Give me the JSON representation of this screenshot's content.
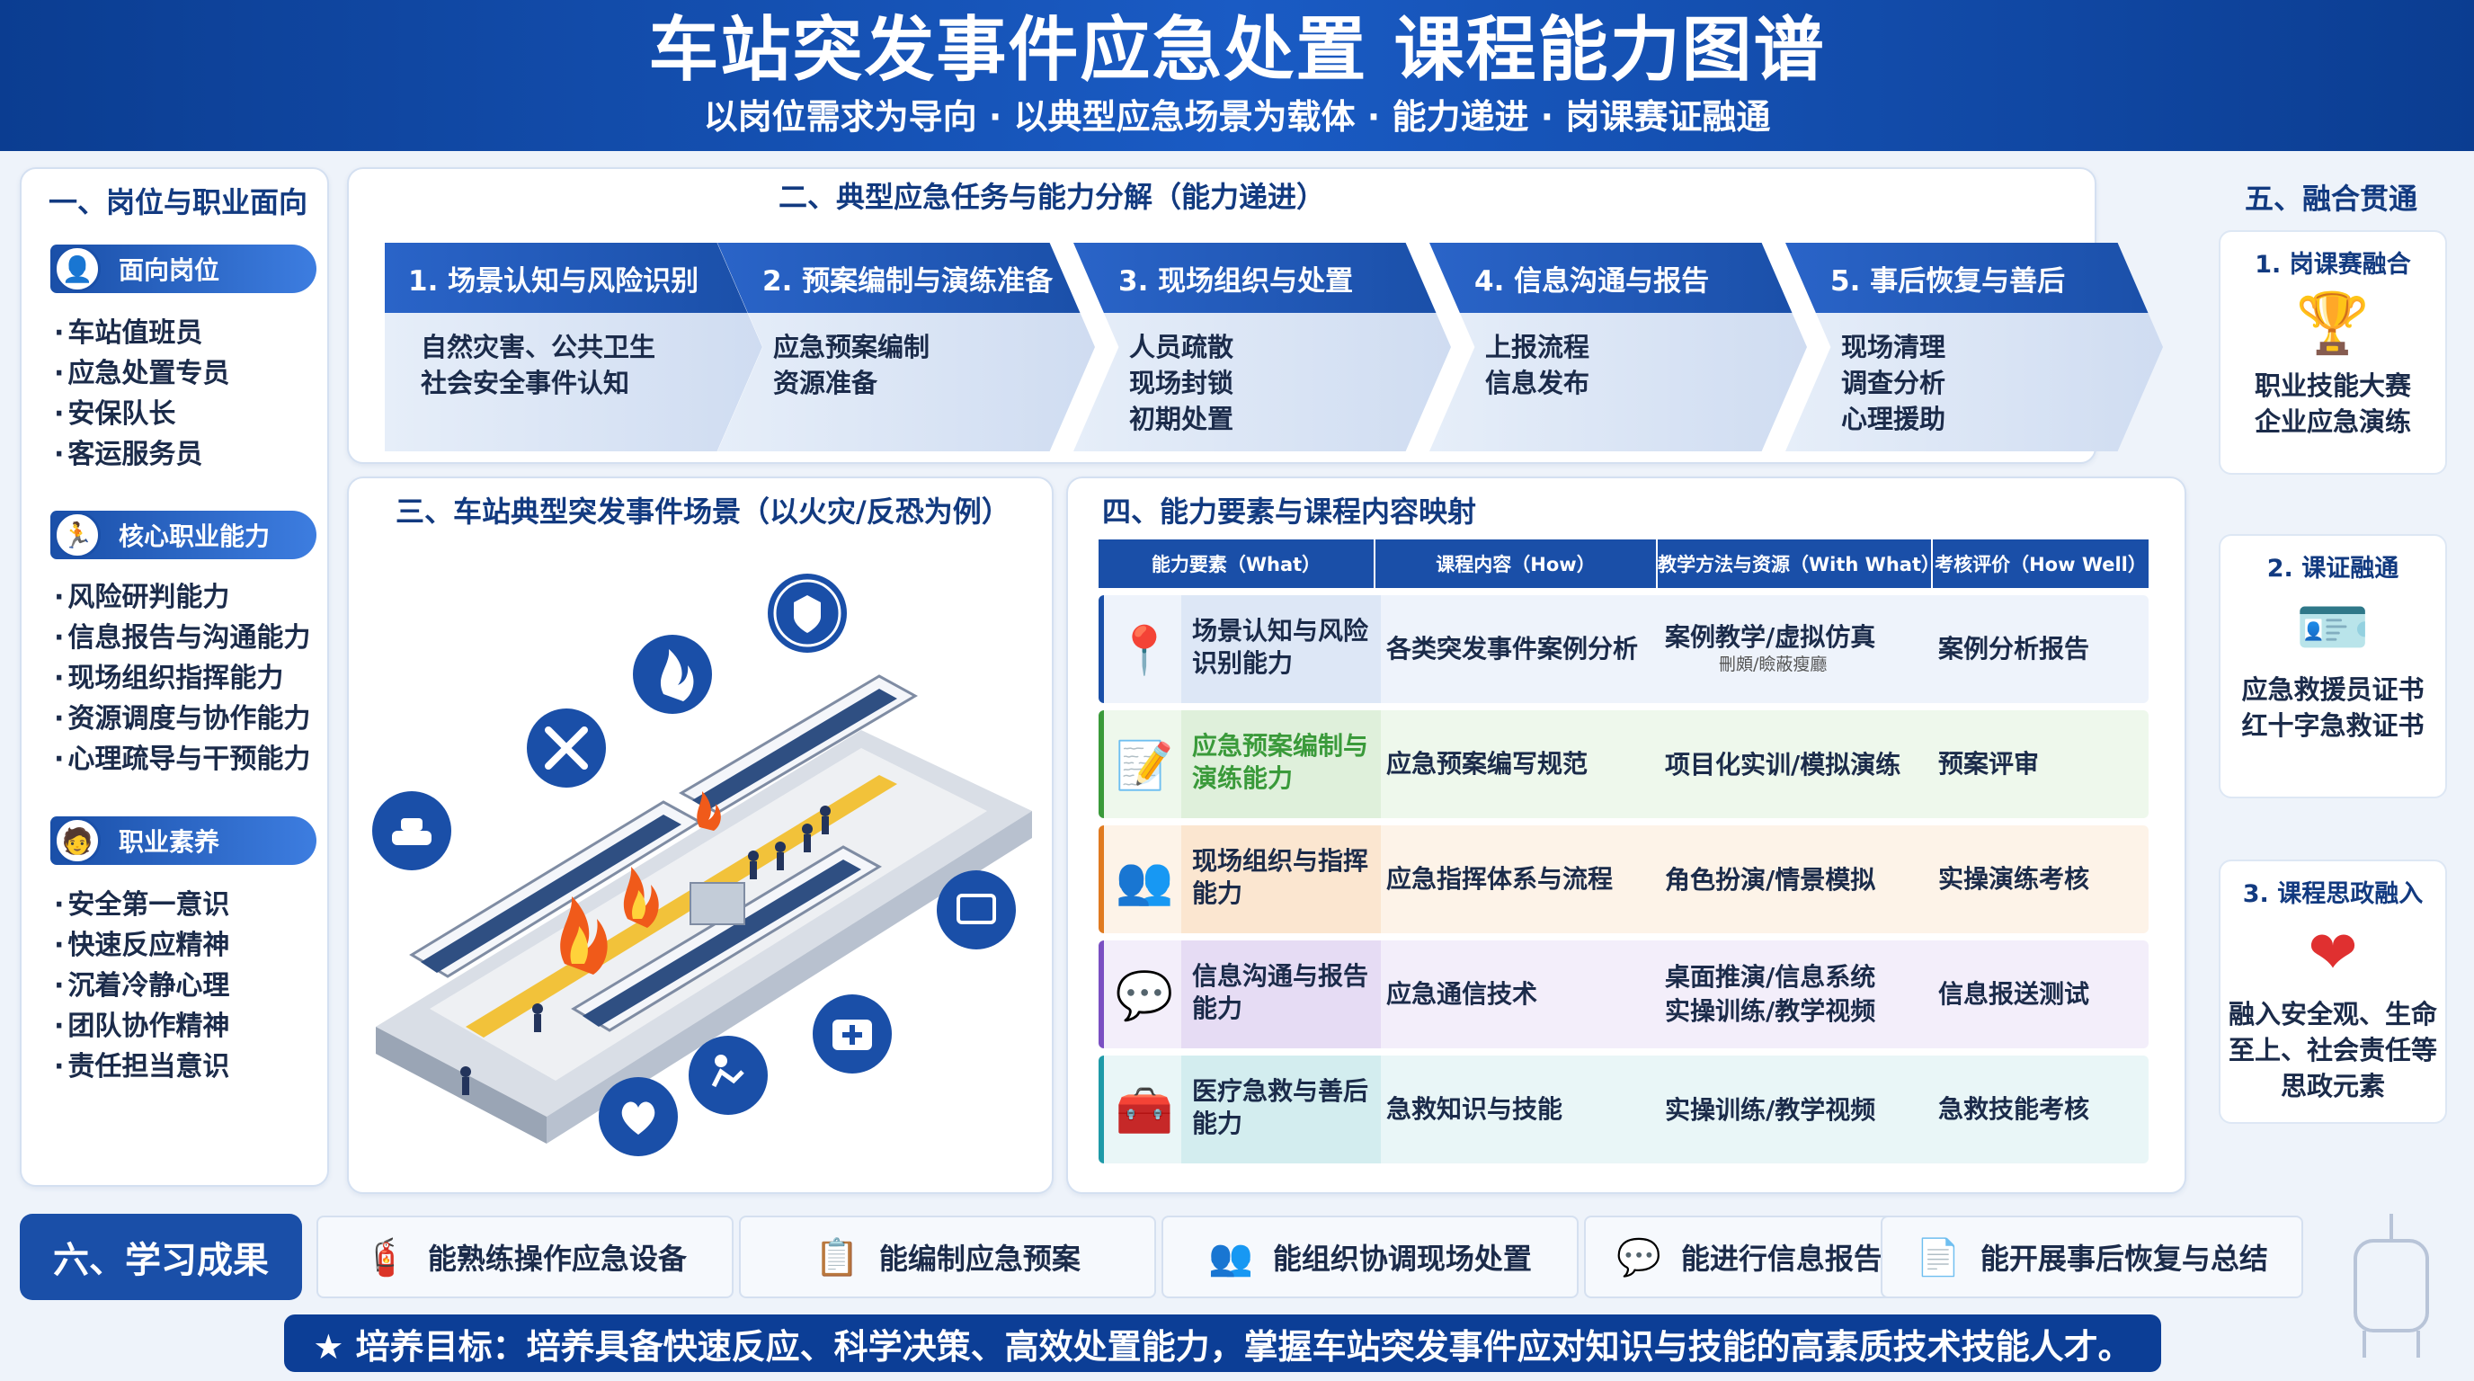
{
  "header": {
    "title": "车站突发事件应急处置  课程能力图谱",
    "subtitle": "以岗位需求为导向 · 以典型应急场景为载体 · 能力递进 · 岗课赛证融通"
  },
  "sec1": {
    "title": "一、岗位与职业面向",
    "groups": [
      {
        "label": "面向岗位",
        "items": [
          "车站值班员",
          "应急处置专员",
          "安保队长",
          "客运服务员"
        ]
      },
      {
        "label": "核心职业能力",
        "items": [
          "风险研判能力",
          "信息报告与沟通能力",
          "现场组织指挥能力",
          "资源调度与协作能力",
          "心理疏导与干预能力"
        ]
      },
      {
        "label": "职业素养",
        "items": [
          "安全第一意识",
          "快速反应精神",
          "沉着冷静心理",
          "团队协作精神",
          "责任担当意识"
        ]
      }
    ]
  },
  "sec2": {
    "title": "二、典型应急任务与能力分解（能力递进）",
    "steps": [
      {
        "label": "1. 场景认知与风险识别",
        "items": [
          "自然灾害、公共卫生",
          "社会安全事件认知"
        ]
      },
      {
        "label": "2. 预案编制与演练准备",
        "items": [
          "应急预案编制",
          "资源准备"
        ]
      },
      {
        "label": "3. 现场组织与处置",
        "items": [
          "人员疏散",
          "现场封锁",
          "初期处置"
        ]
      },
      {
        "label": "4. 信息沟通与报告",
        "items": [
          "上报流程",
          "信息发布"
        ]
      },
      {
        "label": "5. 事后恢复与善后",
        "items": [
          "现场清理",
          "调查分析",
          "心理援助"
        ]
      }
    ]
  },
  "sec3": {
    "title": "三、车站典型突发事件场景（以火灾/反恐为例）"
  },
  "sec4": {
    "title": "四、能力要素与课程内容映射",
    "headers": [
      "能力要素（What）",
      "课程内容（How）",
      "教学方法与资源（With What）",
      "考核评价（How Well）"
    ],
    "rows": [
      {
        "what": "场景认知与风险识别能力",
        "how": "各类突发事件案例分析",
        "method": [
          "案例教学/虚拟仿真"
        ],
        "note": "刪頗/瞼蔽瘦廳",
        "eval": "案例分析报告"
      },
      {
        "what": "应急预案编制与演练能力",
        "how": "应急预案编写规范",
        "method": [
          "项目化实训/模拟演练"
        ],
        "eval": "预案评审"
      },
      {
        "what": "现场组织与指挥能力",
        "how": "应急指挥体系与流程",
        "method": [
          "角色扮演/情景模拟"
        ],
        "eval": "实操演练考核"
      },
      {
        "what": "信息沟通与报告能力",
        "how": "应急通信技术",
        "method": [
          "桌面推演/信息系统",
          "实操训练/教学视频"
        ],
        "eval": "信息报送测试"
      },
      {
        "what": "医疗急救与善后能力",
        "how": "急救知识与技能",
        "method": [
          "实操训练/教学视频"
        ],
        "eval": "急救技能考核"
      }
    ]
  },
  "sec5": {
    "title": "五、融合贯通",
    "cards": [
      {
        "title": "1. 岗课赛融合",
        "lines": [
          "职业技能大赛",
          "企业应急演练"
        ]
      },
      {
        "title": "2. 课证融通",
        "lines": [
          "应急救援员证书",
          "红十字急救证书"
        ]
      },
      {
        "title": "3. 课程思政融入",
        "lines": [
          "融入安全观、生命",
          "至上、社会责任等",
          "思政元素"
        ]
      }
    ]
  },
  "sec6": {
    "title": "六、学习成果",
    "outcomes": [
      "能熟练操作应急设备",
      "能编制应急预案",
      "能组织协调现场处置",
      "能进行信息报告与沟通",
      "能开展事后恢复与总结"
    ]
  },
  "goal": "★ 培养目标：培养具备快速反应、科学决策、高效处置能力，掌握车站突发事件应对知识与技能的高素质技术技能人才。",
  "colors": {
    "primary": "#1a4fa8",
    "dark": "#0b3d91",
    "green": "#3a9a3a",
    "orange": "#e07a20",
    "purple": "#7a4fc2",
    "teal": "#1e9aa8",
    "fire": "#f05a1a"
  }
}
